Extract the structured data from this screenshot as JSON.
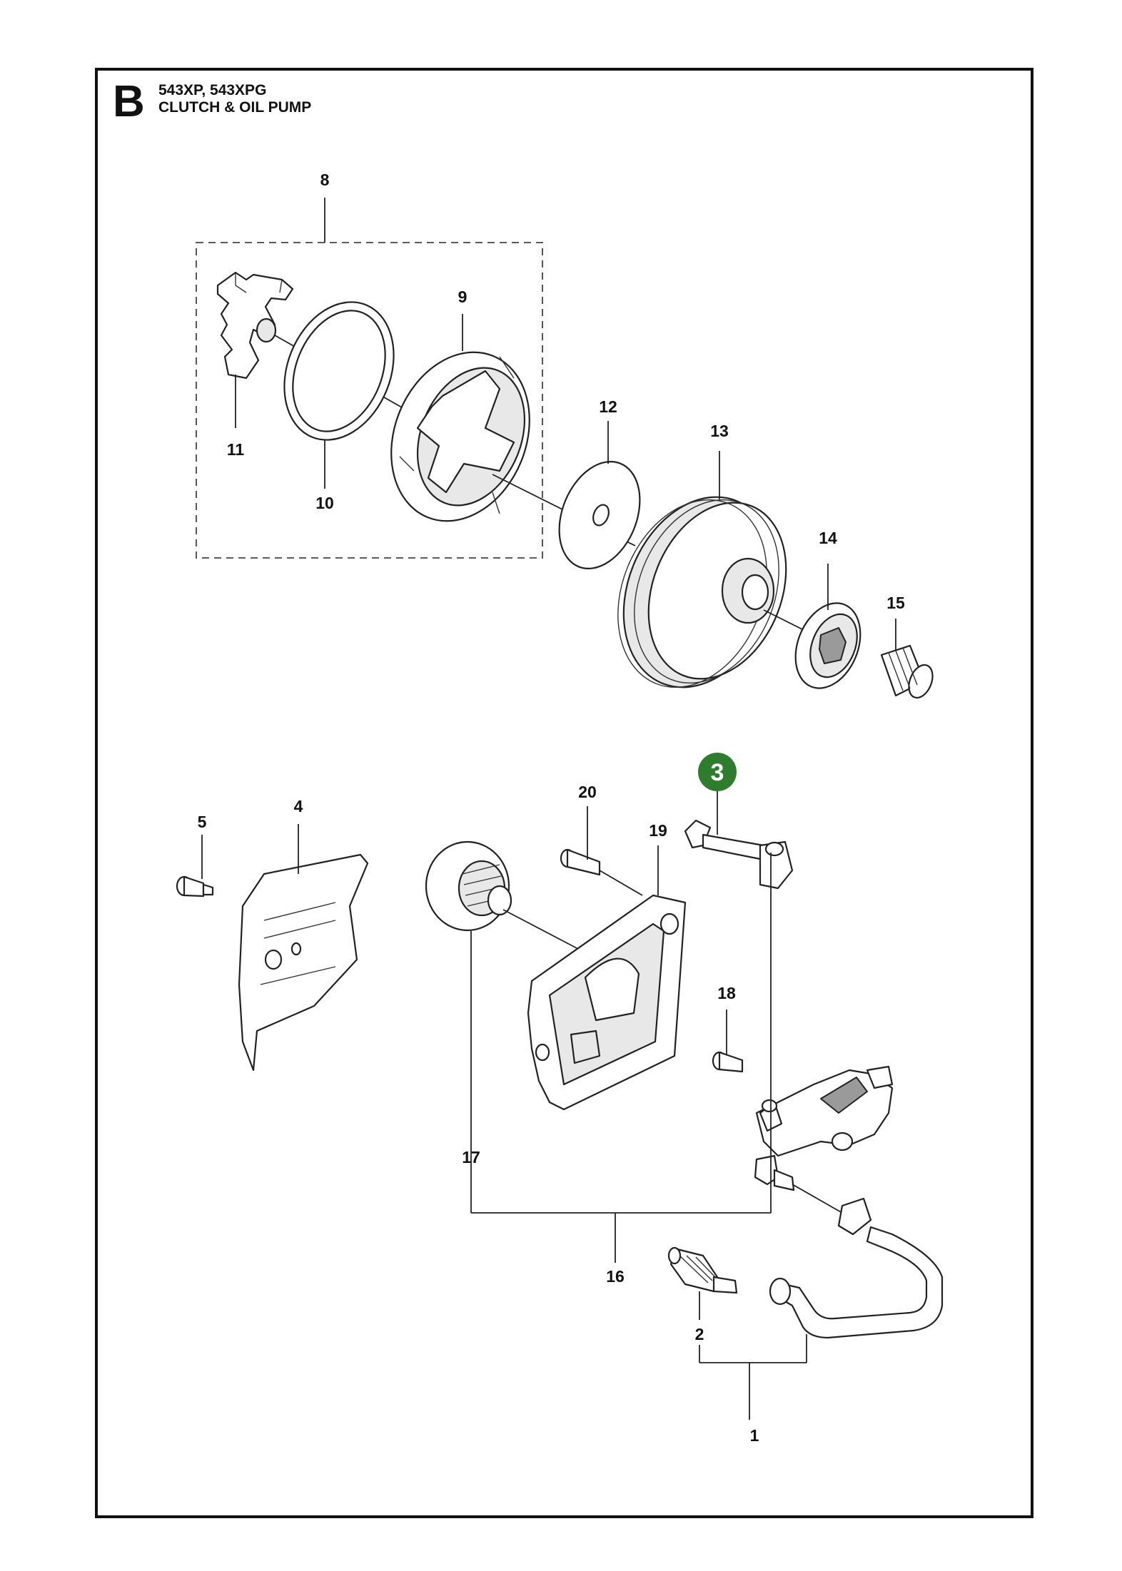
{
  "header": {
    "section_letter": "B",
    "models": "543XP, 543XPG",
    "title": "CLUTCH & OIL PUMP"
  },
  "callouts": [
    "8",
    "9",
    "11",
    "10",
    "12",
    "13",
    "14",
    "15",
    "5",
    "4",
    "20",
    "19",
    "18",
    "17",
    "16",
    "2",
    "1"
  ],
  "highlight": {
    "label": "3",
    "color": "#2e7d2e"
  }
}
